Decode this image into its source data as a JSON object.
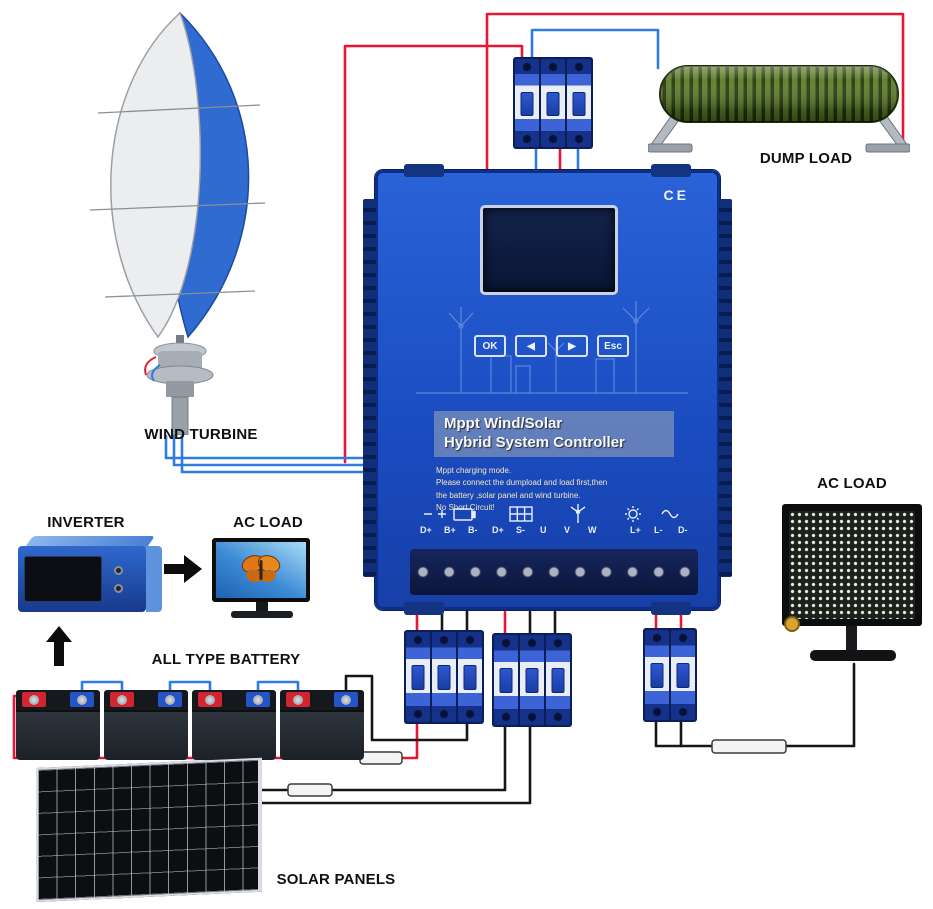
{
  "labels": {
    "wind_turbine": "WIND TURBINE",
    "dump_load": "DUMP LOAD",
    "inverter": "INVERTER",
    "ac_load_left": "AC LOAD",
    "ac_load_right": "AC LOAD",
    "battery": "ALL TYPE BATTERY",
    "solar_panels": "SOLAR PANELS"
  },
  "controller": {
    "ce_mark": "CE",
    "buttons": [
      {
        "label": "OK"
      },
      {
        "label": "◀"
      },
      {
        "label": "▶"
      },
      {
        "label": "Esc"
      }
    ],
    "title_line1": "Mppt Wind/Solar",
    "title_line2": "Hybrid System Controller",
    "notes": [
      "Mppt charging mode.",
      "Please connect the dumpload and load first,then",
      "the battery ,solar panel and wind turbine.",
      "No Short Circuit!"
    ],
    "terminals": [
      "D+",
      "B+",
      "B-",
      "D+",
      "S-",
      "U",
      "V",
      "W",
      "L+",
      "L-",
      "D-"
    ]
  },
  "colors": {
    "controller_blue": "#1e50c8",
    "breaker_blue": "#3c64d6",
    "dump_load_green": "#5c7d28",
    "wire_red": "#e81535",
    "wire_blue": "#2d7de0",
    "wire_black": "#15161a",
    "battery_positive": "#d32430",
    "battery_negative": "#2355c8",
    "led_mount_yellow": "#d8a42e"
  }
}
